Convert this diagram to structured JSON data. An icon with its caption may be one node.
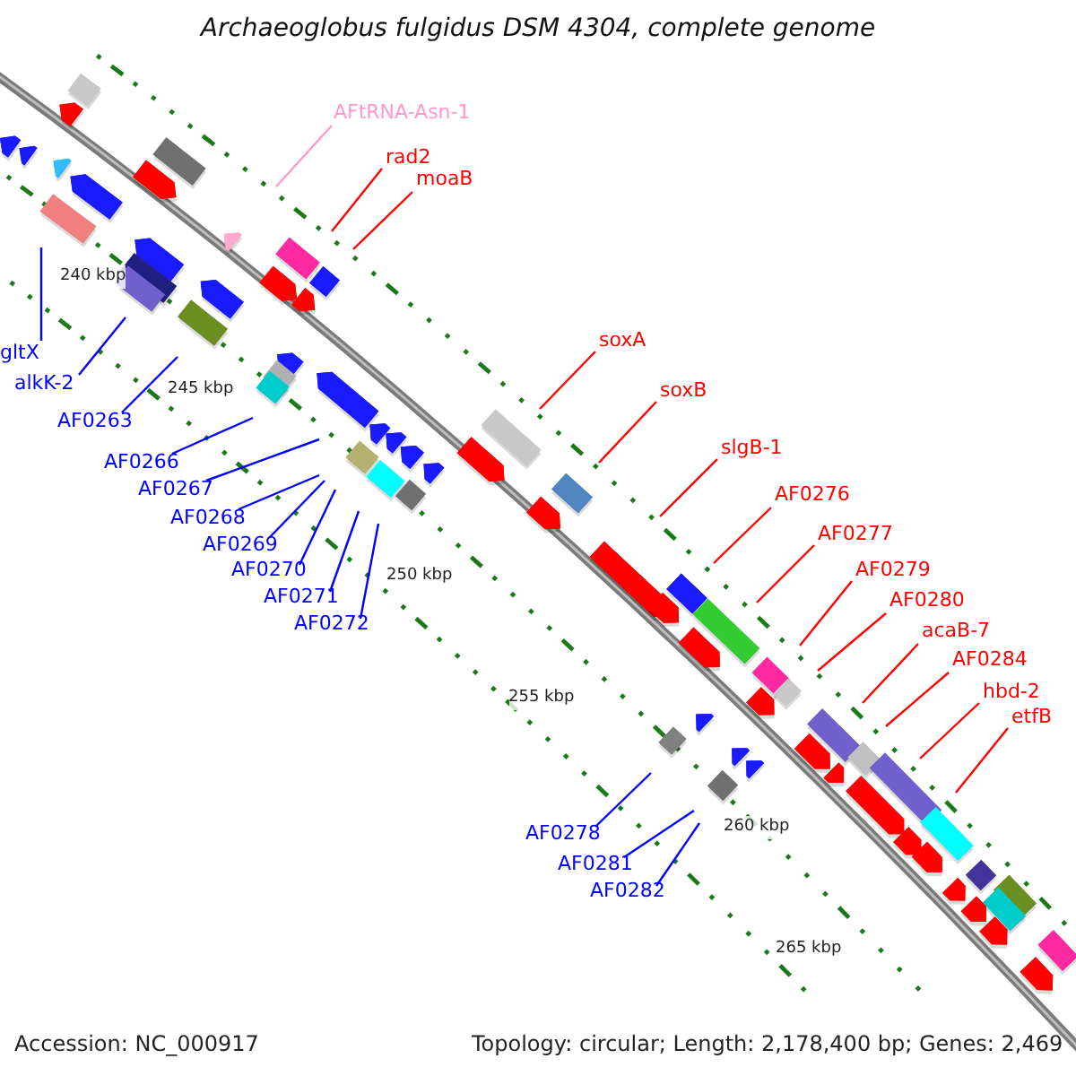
{
  "diagram": {
    "title": "Archaeoglobus fulgidus DSM 4304, complete genome",
    "nodes": [
      {
        "text": [
          "AFtRNA-Asn-1"
        ]
      },
      {
        "text": [
          "rad2"
        ]
      },
      {
        "text": [
          "moaB"
        ]
      },
      {
        "text": [
          "gltX"
        ]
      },
      {
        "text": [
          "alkK-2"
        ]
      },
      {
        "text": [
          "AF0263"
        ]
      },
      {
        "text": [
          "AF0266"
        ]
      },
      {
        "text": [
          "AF0267"
        ]
      },
      {
        "text": [
          "AF0268"
        ]
      },
      {
        "text": [
          "AF0269"
        ]
      },
      {
        "text": [
          "AF0270"
        ]
      },
      {
        "text": [
          "AF0271"
        ]
      },
      {
        "text": [
          "AF0272"
        ]
      },
      {
        "text": [
          "soxA"
        ]
      },
      {
        "text": [
          "soxB"
        ]
      },
      {
        "text": [
          "slgB-1"
        ]
      },
      {
        "text": [
          "AF0276"
        ]
      },
      {
        "text": [
          "AF0277"
        ]
      },
      {
        "text": [
          "AF0279"
        ]
      },
      {
        "text": [
          "AF0280"
        ]
      },
      {
        "text": [
          "acaB-7"
        ]
      },
      {
        "text": [
          "AF0284"
        ]
      },
      {
        "text": [
          "hbd-2"
        ]
      },
      {
        "text": [
          "etfB"
        ]
      },
      {
        "text": [
          "AF0278"
        ]
      },
      {
        "text": [
          "AF0281"
        ]
      },
      {
        "text": [
          "AF0282"
        ]
      }
    ],
    "edges": [
      {
        "from": 0,
        "to": null,
        "arrow": "none",
        "color": "#ff99cc"
      },
      {
        "from": 1,
        "to": null,
        "arrow": "none",
        "color": "#ff0000"
      },
      {
        "from": 2,
        "to": null,
        "arrow": "none",
        "color": "#ff0000"
      },
      {
        "from": 3,
        "to": null,
        "arrow": "none",
        "color": "#0000ff"
      },
      {
        "from": 4,
        "to": null,
        "arrow": "none",
        "color": "#0000ff"
      },
      {
        "from": 5,
        "to": null,
        "arrow": "none",
        "color": "#0000ff"
      },
      {
        "from": 6,
        "to": null,
        "arrow": "none",
        "color": "#0000ff"
      },
      {
        "from": 7,
        "to": null,
        "arrow": "none",
        "color": "#0000ff"
      },
      {
        "from": 8,
        "to": null,
        "arrow": "none",
        "color": "#0000ff"
      },
      {
        "from": 9,
        "to": null,
        "arrow": "none",
        "color": "#0000ff"
      },
      {
        "from": 10,
        "to": null,
        "arrow": "none",
        "color": "#0000ff"
      },
      {
        "from": 11,
        "to": null,
        "arrow": "none",
        "color": "#0000ff"
      },
      {
        "from": 12,
        "to": null,
        "arrow": "none",
        "color": "#0000ff"
      },
      {
        "from": 13,
        "to": null,
        "arrow": "none",
        "color": "#ff0000"
      },
      {
        "from": 14,
        "to": null,
        "arrow": "none",
        "color": "#ff0000"
      },
      {
        "from": 15,
        "to": null,
        "arrow": "none",
        "color": "#ff0000"
      },
      {
        "from": 16,
        "to": null,
        "arrow": "none",
        "color": "#ff0000"
      },
      {
        "from": 17,
        "to": null,
        "arrow": "none",
        "color": "#ff0000"
      },
      {
        "from": 18,
        "to": null,
        "arrow": "none",
        "color": "#ff0000"
      },
      {
        "from": 19,
        "to": null,
        "arrow": "none",
        "color": "#ff0000"
      },
      {
        "from": 20,
        "to": null,
        "arrow": "none",
        "color": "#ff0000"
      },
      {
        "from": 21,
        "to": null,
        "arrow": "none",
        "color": "#ff0000"
      },
      {
        "from": 22,
        "to": null,
        "arrow": "none",
        "color": "#ff0000"
      },
      {
        "from": 23,
        "to": null,
        "arrow": "none",
        "color": "#ff0000"
      },
      {
        "from": 24,
        "to": null,
        "arrow": "none",
        "color": "#0000ff"
      },
      {
        "from": 25,
        "to": null,
        "arrow": "none",
        "color": "#0000ff"
      },
      {
        "from": 26,
        "to": null,
        "arrow": "none",
        "color": "#0000ff"
      }
    ],
    "labels": [
      "240 kbp",
      "245 kbp",
      "250 kbp",
      "255 kbp",
      "260 kbp",
      "265 kbp",
      "Accession: NC_000917",
      "Topology: circular; Length: 2,178,400 bp; Genes: 2,469"
    ]
  }
}
